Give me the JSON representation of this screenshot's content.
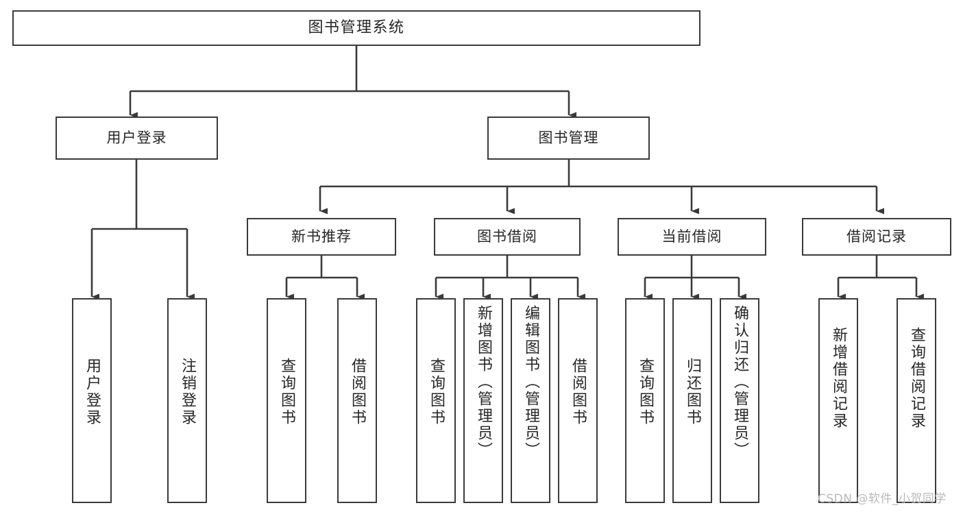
{
  "diagram": {
    "title": "图书管理系统",
    "type": "tree-hierarchy-chart",
    "orientation": "top-down",
    "colors": {
      "background": "#ffffff",
      "node_border": "#3a3a3a",
      "node_fill": "#ffffff",
      "edge": "#3a3a3a",
      "text": "#262626",
      "watermark": "#b9b9b9"
    }
  },
  "root": {
    "label": "图书管理系统"
  },
  "level2": [
    {
      "label": "用户登录"
    },
    {
      "label": "图书管理"
    }
  ],
  "level3": [
    {
      "label": "新书推荐"
    },
    {
      "label": "图书借阅"
    },
    {
      "label": "当前借阅"
    },
    {
      "label": "借阅记录"
    }
  ],
  "leaves": {
    "user_login": [
      {
        "label": "用户登录"
      },
      {
        "label": "注销登录"
      }
    ],
    "new_book_recommend": [
      {
        "label": "查询图书"
      },
      {
        "label": "借阅图书"
      }
    ],
    "book_borrow": [
      {
        "label": "查询图书"
      },
      {
        "label": "新增图书（管理员）"
      },
      {
        "label": "编辑图书（管理员）"
      },
      {
        "label": "借阅图书"
      }
    ],
    "current_borrow": [
      {
        "label": "查询图书"
      },
      {
        "label": "归还图书"
      },
      {
        "label": "确认归还（管理员）"
      }
    ],
    "borrow_record": [
      {
        "label": "新增借阅记录"
      },
      {
        "label": "查询借阅记录"
      }
    ]
  },
  "watermark": {
    "text": "CSDN @软件_小贺同学"
  }
}
